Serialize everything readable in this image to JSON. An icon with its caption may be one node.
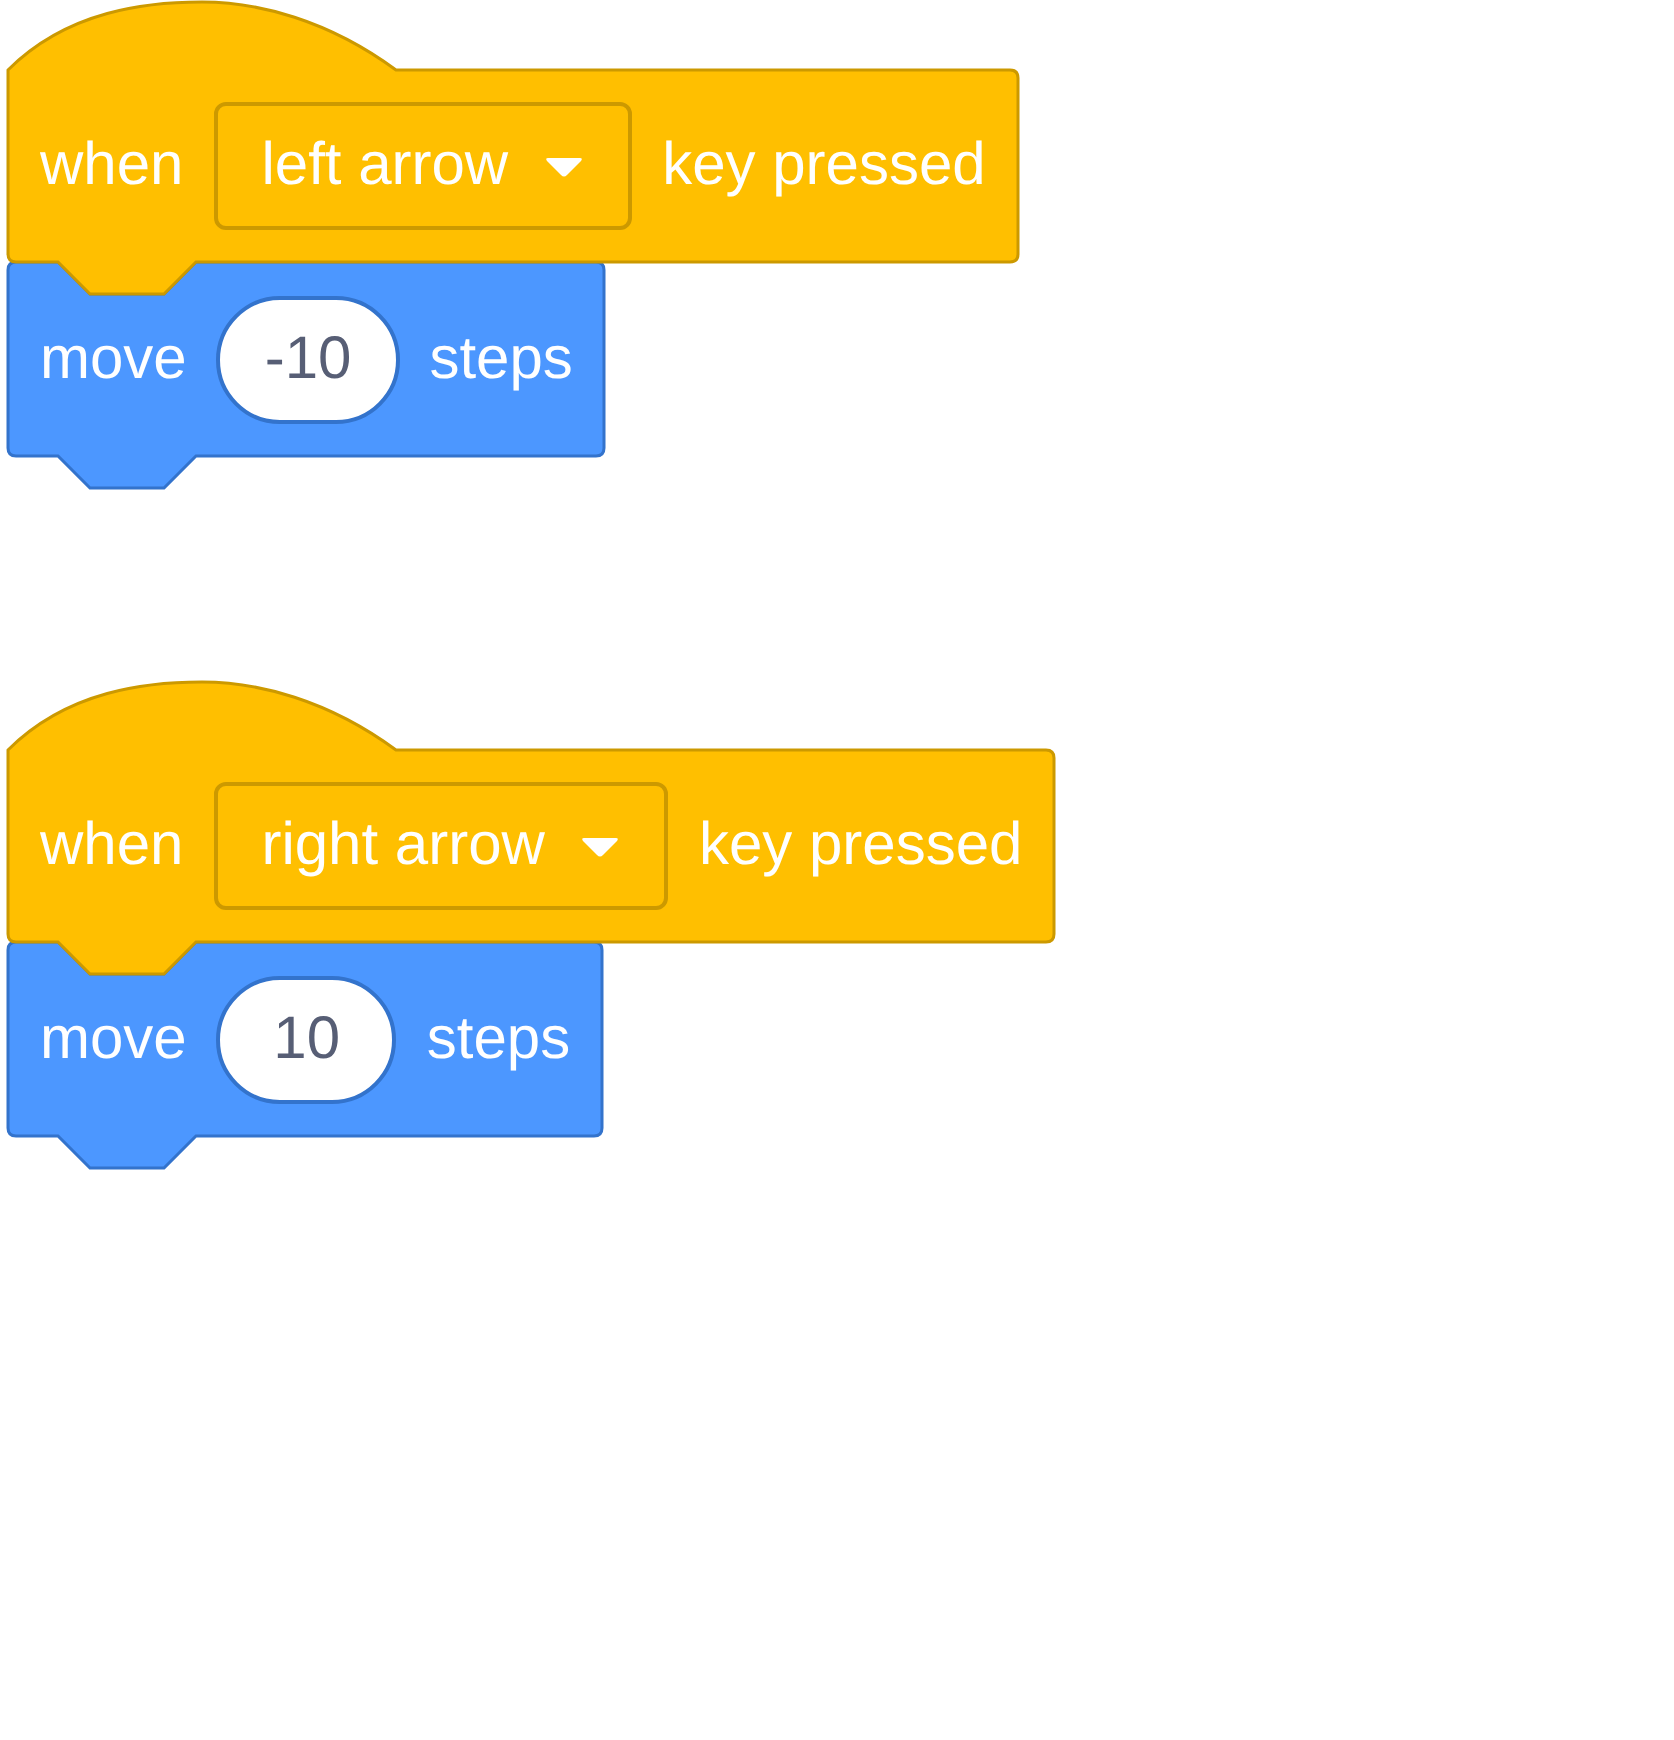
{
  "diagram": {
    "nodes": [
      {
        "text": [
          "when",
          "key pressed"
        ]
      },
      {
        "text": [
          "left arrow"
        ],
        "in": 0
      },
      {
        "text": [
          "move",
          "steps"
        ]
      },
      {
        "text": [
          "-10"
        ],
        "in": 2
      },
      {
        "text": [
          "when",
          "key pressed"
        ]
      },
      {
        "text": [
          "right arrow"
        ],
        "in": 4
      },
      {
        "text": [
          "move",
          "steps"
        ]
      },
      {
        "text": [
          "10"
        ],
        "in": 6
      }
    ]
  }
}
